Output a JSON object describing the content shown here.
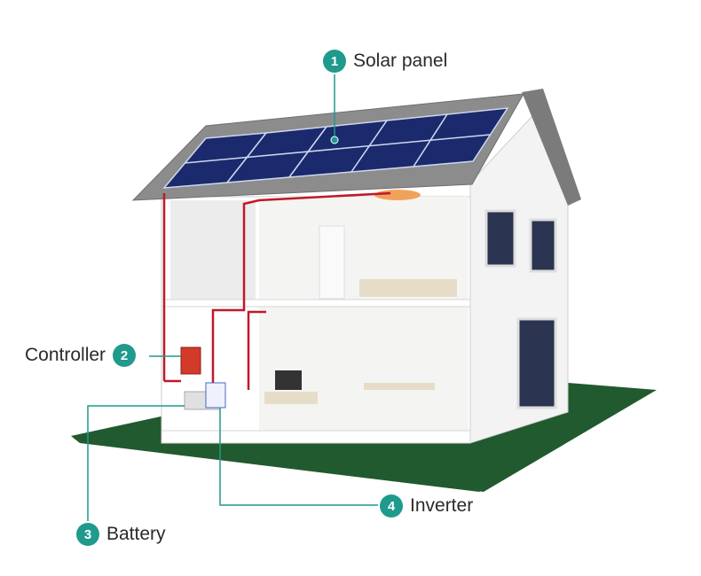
{
  "diagram": {
    "callouts": [
      {
        "number": "1",
        "label": "Solar panel"
      },
      {
        "number": "2",
        "label": "Controller"
      },
      {
        "number": "3",
        "label": "Battery"
      },
      {
        "number": "4",
        "label": "Inverter"
      }
    ],
    "colors": {
      "teal": "#1f9a8c",
      "wire": "#c0182a",
      "ground": "#215a2e",
      "panel": "#1a2a6c",
      "roof": "#8a8a8a"
    }
  }
}
